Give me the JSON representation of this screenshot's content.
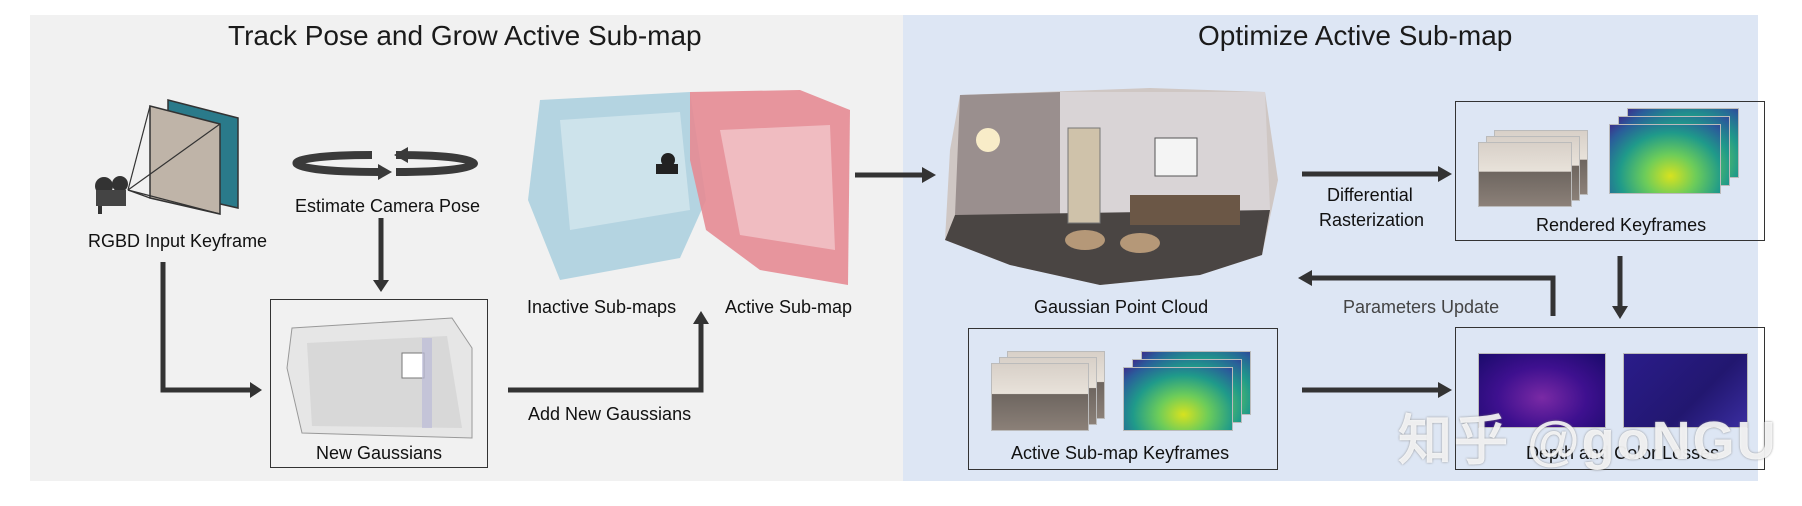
{
  "left_panel": {
    "title": "Track Pose and Grow Active Sub-map",
    "labels": {
      "rgbd_input": "RGBD Input Keyframe",
      "estimate_pose": "Estimate Camera Pose",
      "new_gaussians": "New Gaussians",
      "add_new_gaussians": "Add New Gaussians",
      "inactive_submaps": "Inactive Sub-maps",
      "active_submap": "Active Sub-map"
    }
  },
  "right_panel": {
    "title": "Optimize Active Sub-map",
    "labels": {
      "gaussian_point_cloud": "Gaussian Point Cloud",
      "differential": "Differential",
      "rasterization": "Rasterization",
      "rendered_keyframes": "Rendered Keyframes",
      "parameters_update": "Parameters Update",
      "active_submap_keyframes": "Active Sub-map Keyframes",
      "depth_color_losses": "Depth and Color Losses"
    }
  },
  "watermark": "知乎 @goNGU",
  "colors": {
    "left_bg": "#f1f1f1",
    "right_bg": "#dde6f4",
    "inactive_points": "#8cc3d6",
    "active_points": "#e0707a",
    "arrow": "#333333"
  }
}
